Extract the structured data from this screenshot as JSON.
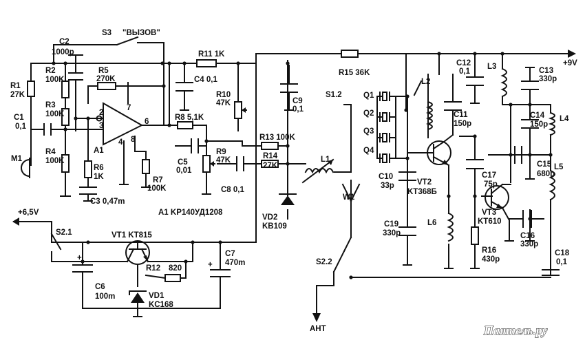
{
  "labels": {
    "s3": "S3",
    "call": "\"ВЫЗОВ\"",
    "c2": "C2",
    "c2v": "1000p",
    "r11": "R11 1K",
    "plus9": "+9V",
    "r1": "R1",
    "r1v": "27K",
    "r2": "R2",
    "r2v": "100K",
    "r5": "R5",
    "r5v": "270K",
    "c4": "C4 0,1",
    "r15": "R15 36K",
    "c12": "C12",
    "c12v": "0,1",
    "l3": "L3",
    "c13": "C13",
    "c13v": "330p",
    "l2": "L2",
    "r10": "R10",
    "r10v": "47K",
    "c9": "C9",
    "c9v": "0,1",
    "s12": "S1.2",
    "q1": "Q1",
    "q2": "Q2",
    "q3": "Q3",
    "q4": "Q4",
    "c11": "C11",
    "c11v": "150p",
    "c14": "C14",
    "c14v": "150p",
    "l4": "L4",
    "r3": "R3",
    "r3v": "100K",
    "c1": "C1",
    "c1v": "0,1",
    "pin2": "2",
    "pin3": "3",
    "pin7": "7",
    "pin6": "6",
    "pin4": "4",
    "pin8": "8",
    "r8": "R8 5,1K",
    "r13": "R13 100K",
    "m1": "M1",
    "r4": "R4",
    "r4v": "100K",
    "a1": "A1",
    "r6": "R6",
    "r6v": "1K",
    "r7": "R7",
    "r7v": "100K",
    "c5": "C5",
    "c5v": "0,01",
    "r9": "R9",
    "r9v": "47K",
    "r14": "R14",
    "r14v": "27K",
    "l1": "L1",
    "c10": "C10",
    "c10v": "33p",
    "vt2": "VT2",
    "vt2v": "KT368Б",
    "c17": "C17",
    "c17v": "75p",
    "c15": "C15",
    "c15v": "680p",
    "l5": "L5",
    "c3": "C3 0,47m",
    "c8": "C8 0,1",
    "a1part": "A1 KP140УД1208",
    "w1": "W1",
    "vt3": "VT3",
    "vt3v": "KT610",
    "vd2": "VD2",
    "vd2v": "KB109",
    "c19": "C19",
    "c19v": "330p",
    "l6": "L6",
    "c16": "C16",
    "c16v": "330p",
    "plus65": "+6,5V",
    "s21": "S2.1",
    "vt1": "VT1 KT815",
    "c7": "C7",
    "c7v": "470m",
    "r12": "R12",
    "r12v": "820",
    "r16": "R16",
    "r16v": "430p",
    "c18": "C18",
    "c18v": "0,1",
    "s22": "S2.2",
    "c6": "C6",
    "c6v": "100m",
    "vd1": "VD1",
    "vd1v": "KC168",
    "ant": "AHT",
    "watermark": "Паяmель.ру"
  }
}
